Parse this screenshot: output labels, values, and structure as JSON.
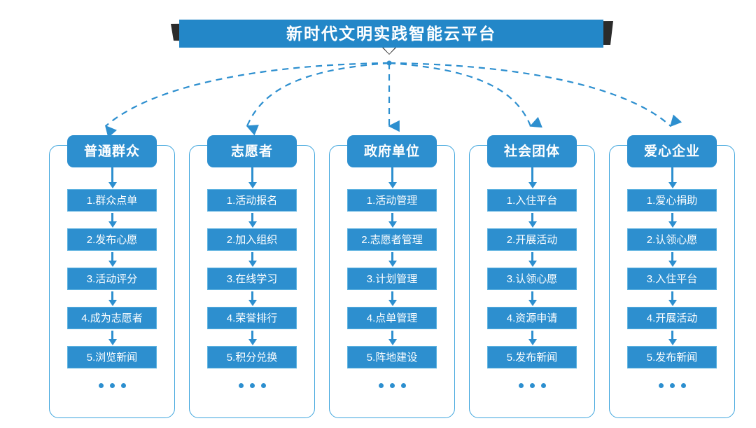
{
  "banner": {
    "title": "新时代文明实践智能云平台",
    "fill_color": "#2387c8",
    "ribbon_color": "#2b2b2b"
  },
  "theme": {
    "box_fill": "#2d8fcf",
    "box_inner_border": "#5cb2e0",
    "card_border": "#3ea5dd",
    "connector_color": "#2d8fcf",
    "text_color": "#ffffff",
    "background": "#ffffff"
  },
  "ellipsis_label": "...",
  "columns": [
    {
      "header": "普通群众",
      "items": [
        "1.群众点单",
        "2.发布心愿",
        "3.活动评分",
        "4.成为志愿者",
        "5.浏览新闻"
      ]
    },
    {
      "header": "志愿者",
      "items": [
        "1.活动报名",
        "2.加入组织",
        "3.在线学习",
        "4.荣誉排行",
        "5.积分兑换"
      ]
    },
    {
      "header": "政府单位",
      "items": [
        "1.活动管理",
        "2.志愿者管理",
        "3.计划管理",
        "4.点单管理",
        "5.阵地建设"
      ]
    },
    {
      "header": "社会团体",
      "items": [
        "1.入住平台",
        "2.开展活动",
        "3.认领心愿",
        "4.资源申请",
        "5.发布新闻"
      ]
    },
    {
      "header": "爱心企业",
      "items": [
        "1.爱心捐助",
        "2.认领心愿",
        "3.入住平台",
        "4.开展活动",
        "5.发布新闻"
      ]
    }
  ]
}
